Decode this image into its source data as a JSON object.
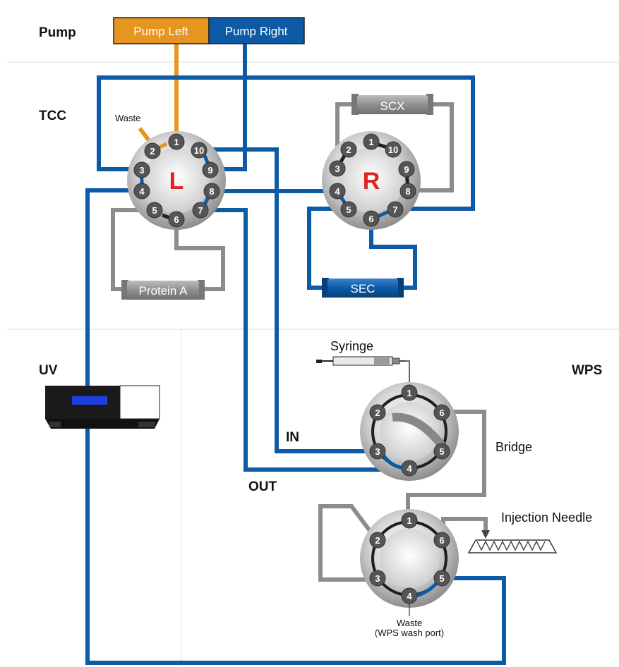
{
  "sections": {
    "pump": "Pump",
    "tcc": "TCC",
    "uv": "UV",
    "wps": "WPS"
  },
  "pump": {
    "left": "Pump Left",
    "right": "Pump Right"
  },
  "valves": {
    "left": {
      "letter": "L",
      "ports": [
        "1",
        "2",
        "3",
        "4",
        "5",
        "6",
        "7",
        "8",
        "9",
        "10"
      ]
    },
    "right": {
      "letter": "R",
      "ports": [
        "1",
        "2",
        "3",
        "4",
        "5",
        "6",
        "7",
        "8",
        "9",
        "10"
      ]
    },
    "wps_top": {
      "ports": [
        "1",
        "2",
        "3",
        "4",
        "5",
        "6"
      ]
    },
    "wps_bottom": {
      "ports": [
        "1",
        "2",
        "3",
        "4",
        "5",
        "6"
      ]
    }
  },
  "columns": {
    "protein_a": "Protein A",
    "scx": "SCX",
    "sec": "SEC"
  },
  "labels": {
    "waste": "Waste",
    "syringe": "Syringe",
    "in": "IN",
    "out": "OUT",
    "bridge": "Bridge",
    "injection_needle": "Injection Needle",
    "waste_wps_line1": "Waste",
    "waste_wps_line2": "(WPS wash port)"
  },
  "colors": {
    "pump_left": "#e69520",
    "pump_right": "#0d5aa7",
    "valve_letter": "#e32222",
    "capillary_grey": "#8c8c8c"
  }
}
